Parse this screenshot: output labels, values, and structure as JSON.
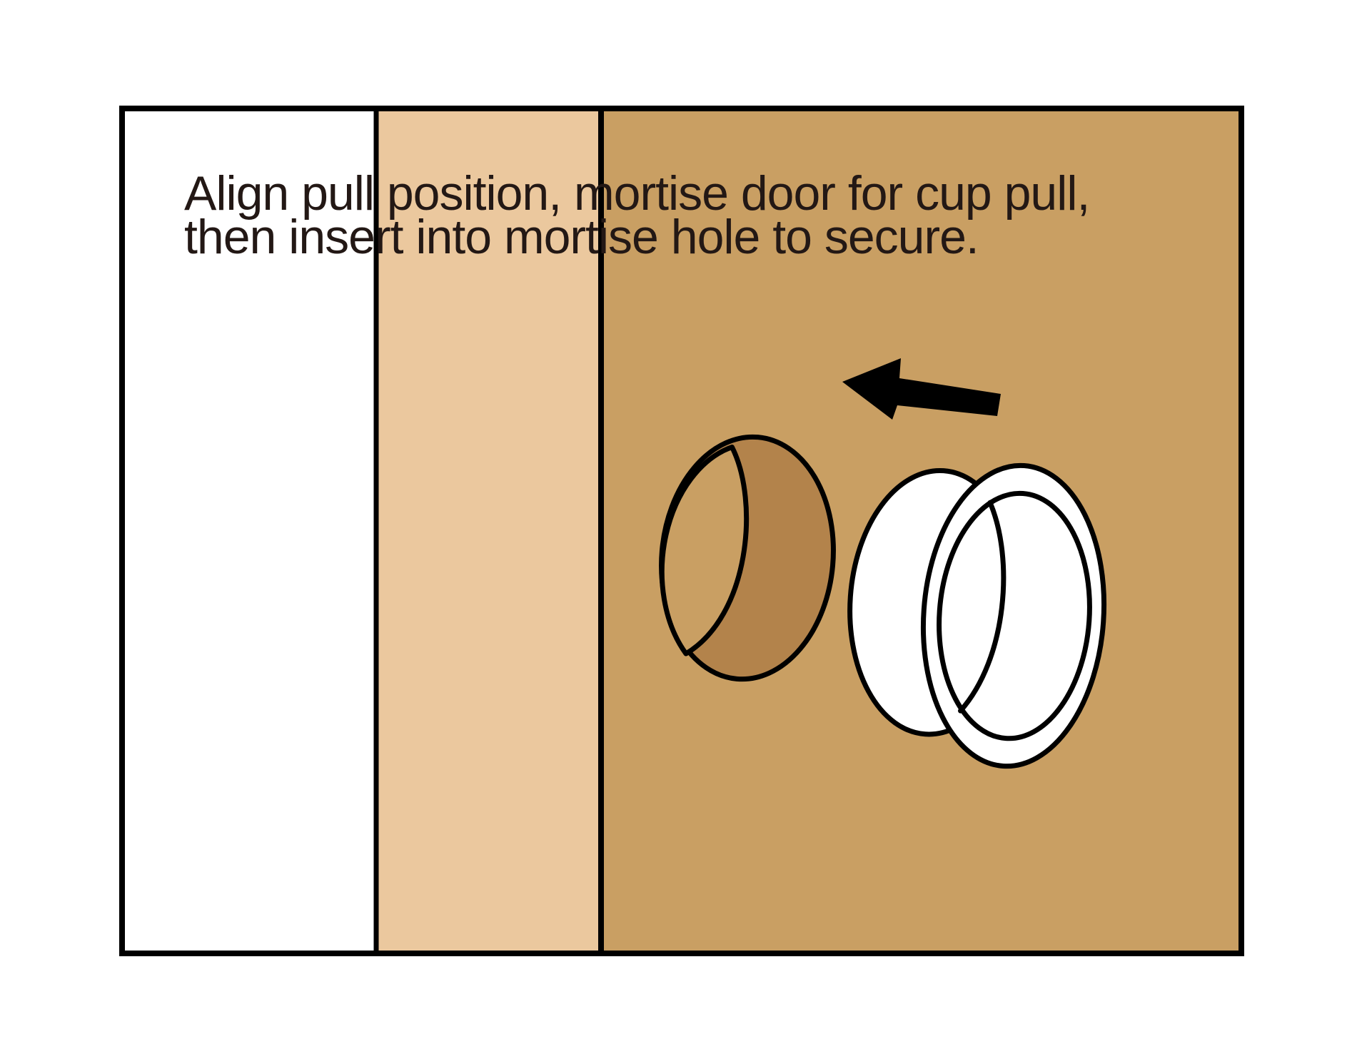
{
  "instruction": {
    "full_text": "Align pull position, mortise door for cup pull, then insert into mortise hole to secure.",
    "lines": [
      "Align pull position, mortise door for cup pull,",
      "then insert into mortise hole to secure."
    ]
  },
  "icons": {
    "direction_arrow": "left-arrow-icon"
  },
  "colors": {
    "page_background": "#ffffff",
    "outline": "#000000",
    "text": "#231815",
    "cabinet_interior": "#ffffff",
    "drawer_side": "#ebc89e",
    "door_front": "#c99f63",
    "hole_interior": "#b3834b",
    "hole_wall": "#c99f63",
    "cup_pull": "#ffffff",
    "arrow": "#000000"
  }
}
